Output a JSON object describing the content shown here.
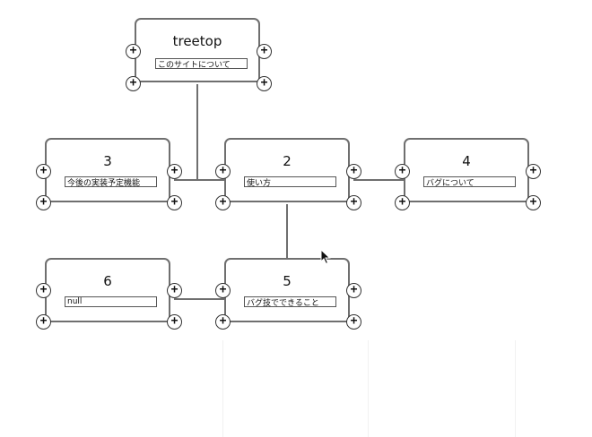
{
  "nodes": [
    {
      "id": "treetop",
      "title": "treetop",
      "value": "このサイトについて"
    },
    {
      "id": "n3",
      "title": "3",
      "value": "今後の実装予定機能"
    },
    {
      "id": "n2",
      "title": "2",
      "value": "使い方"
    },
    {
      "id": "n4",
      "title": "4",
      "value": "バグについて"
    },
    {
      "id": "n6",
      "title": "6",
      "value": "null"
    },
    {
      "id": "n5",
      "title": "5",
      "value": "バグ技でできること"
    }
  ],
  "add_button": {
    "glyph": "+"
  },
  "icons": {
    "add": "plus-circle-icon",
    "cursor": "mouse-pointer-icon"
  },
  "colors": {
    "border": "#6f6f6f",
    "line": "#6f6f6f",
    "background": "#ffffff"
  }
}
